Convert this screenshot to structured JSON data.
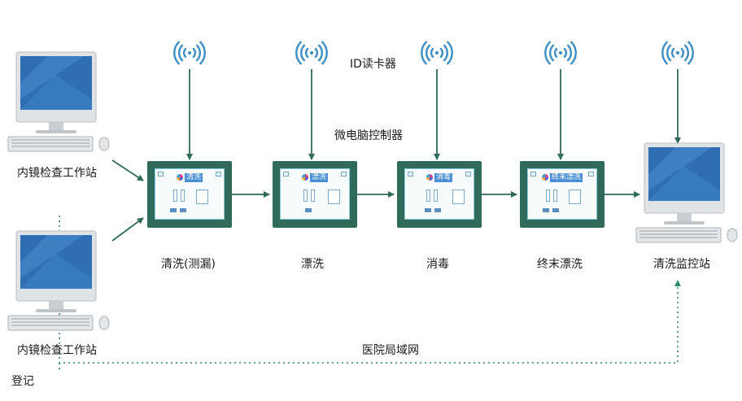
{
  "labels": {
    "id_reader": "ID读卡器",
    "micro_controller": "微电脑控制器",
    "hospital_lan": "医院局域网",
    "register": "登记",
    "endoscope_station_top": "内镜检查工作站",
    "endoscope_station_bottom": "内镜检查工作站",
    "monitor_station": "清洗监控站"
  },
  "stations": [
    {
      "label": "清洗(测漏)",
      "screen_title": "清洗"
    },
    {
      "label": "漂洗",
      "screen_title": "漂洗"
    },
    {
      "label": "消毒",
      "screen_title": "消毒"
    },
    {
      "label": "终末漂洗",
      "screen_title": "终末漂洗"
    }
  ],
  "colors": {
    "controller": "#2f6a5a",
    "arrow": "#2f6a5a",
    "wifi": "#3b8fc4",
    "lan_dotted": "#2f8a6a",
    "screen_title_bg": "#4a8fd4"
  },
  "icons": {
    "antenna": "wifi-antenna-icon",
    "computer": "desktop-computer-icon"
  }
}
